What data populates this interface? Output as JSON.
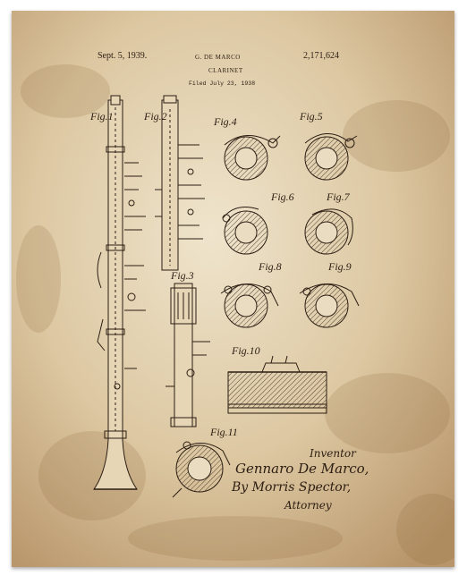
{
  "patent": {
    "date": "Sept. 5, 1939.",
    "inventor_header": "G. DE MARCO",
    "number": "2,171,624",
    "title": "CLARINET",
    "filed": "Filed July 23, 1938"
  },
  "figures": [
    "Fig.1",
    "Fig.2",
    "Fig.3",
    "Fig.4",
    "Fig.5",
    "Fig.6",
    "Fig.7",
    "Fig.8",
    "Fig.9",
    "Fig.10",
    "Fig.11"
  ],
  "signature": {
    "inventor_label": "Inventor",
    "inventor_name": "Gennaro De Marco,",
    "by_line": "By Morris Spector,",
    "attorney_label": "Attorney"
  },
  "colors": {
    "paper_light": "#e9dcc0",
    "paper_dark": "#b99567",
    "ink": "#2b1d12"
  }
}
